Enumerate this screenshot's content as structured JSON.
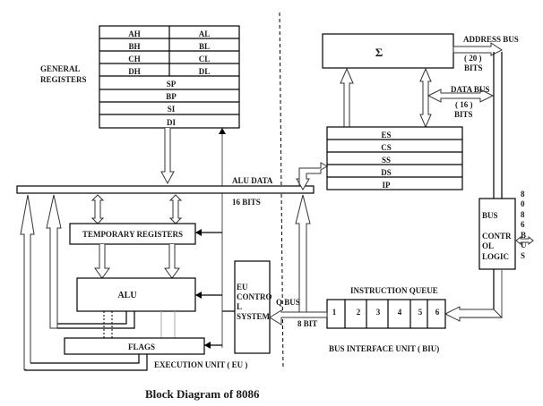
{
  "title": "Block Diagram of 8086",
  "general_registers": {
    "label_lines": [
      "GENERAL",
      "REGISTERS"
    ],
    "pairs": [
      [
        "AH",
        "AL"
      ],
      [
        "BH",
        "BL"
      ],
      [
        "CH",
        "CL"
      ],
      [
        "DH",
        "DL"
      ]
    ],
    "singles": [
      "SP",
      "BP",
      "SI",
      "DI"
    ]
  },
  "alu_data": {
    "label": "ALU DATA",
    "bits": "16 BITS"
  },
  "temporary_registers": "TEMPORARY REGISTERS",
  "alu": "ALU",
  "flags": "FLAGS",
  "eu_control": {
    "lines": [
      "EU",
      "CONTRO",
      "L",
      "SYSTEM"
    ]
  },
  "q_bus": {
    "label": "Q BUS",
    "bits": "8 BIT"
  },
  "execution_unit": "EXECUTION UNIT ( EU )",
  "sigma": "Σ",
  "address_bus": {
    "label": "ADDRESS BUS",
    "bits_lines": [
      "( 20 )",
      "BITS"
    ]
  },
  "data_bus": {
    "label": "DATA BUS",
    "bits_lines": [
      "( 16 )",
      "BITS"
    ]
  },
  "segment_registers": [
    "ES",
    "CS",
    "SS",
    "DS",
    "IP"
  ],
  "bus_control": {
    "lines": [
      "BUS",
      "CONTR",
      "OL",
      "LOGIC"
    ]
  },
  "bus_8086_letters": [
    "8",
    "0",
    "8",
    "6",
    "B",
    "U",
    "S"
  ],
  "instruction_queue": {
    "label": "INSTRUCTION QUEUE",
    "slots": [
      "1",
      "2",
      "3",
      "4",
      "5",
      "6"
    ]
  },
  "bus_interface_unit": "BUS INTERFACE UNIT ( BIU)"
}
